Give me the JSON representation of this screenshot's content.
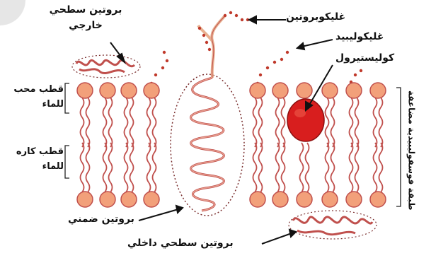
{
  "diagram": {
    "labels": {
      "outer_surface_protein_line1": "بروتين سطحي",
      "outer_surface_protein_line2": "خارجي",
      "glycoprotein": "غليكوبروتين",
      "glycolipid": "غليكوليبيد",
      "cholesterol": "كوليستيرول",
      "hydrophilic_pole_line1": "قطب محب",
      "hydrophilic_pole_line2": "للماء",
      "hydrophobic_pole_line1": "قطب كاره",
      "hydrophobic_pole_line2": "للماء",
      "integral_protein": "بروتين ضمني",
      "inner_surface_protein": "بروتين سطحي داخلي",
      "phospholipid_bilayer_line1": "طبقة فوسفوليبيدية",
      "phospholipid_bilayer_line2": "مضاعفة"
    },
    "colors": {
      "phospholipid_head": "#f2a07a",
      "head_outline": "#c0504d",
      "tail": "#c0504d",
      "cholesterol": "#d81e1e",
      "sugar_chain": "#c0392b",
      "protein": "#c0504d",
      "protein_outline": "#7a2e2e"
    }
  }
}
